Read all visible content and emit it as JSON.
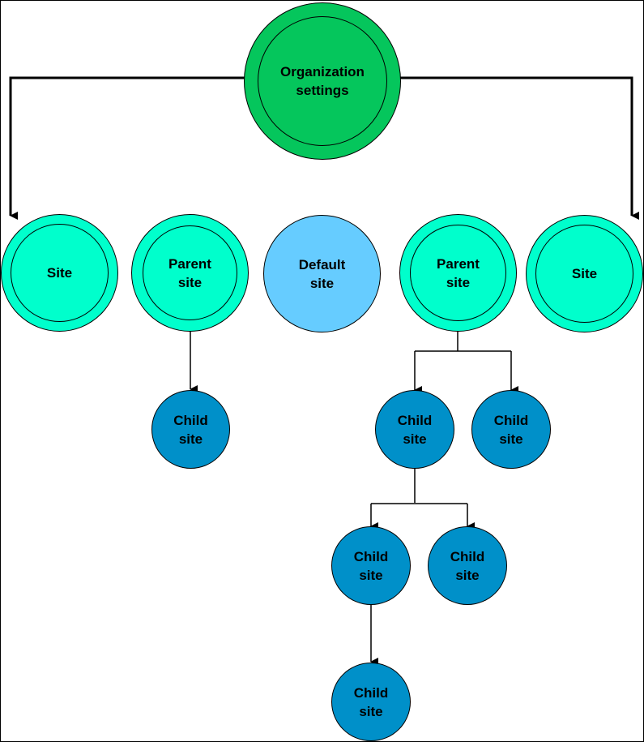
{
  "colors": {
    "org": "#05C65C",
    "site": "#00FFCC",
    "default_site": "#66CCFF",
    "child_site": "#0090C9",
    "line": "#000000"
  },
  "org": {
    "label": "Organization\nsettings"
  },
  "sites": {
    "site_left": "Site",
    "parent_left": "Parent\nsite",
    "default": "Default\nsite",
    "parent_right": "Parent\nsite",
    "site_right": "Site"
  },
  "children": {
    "child_a": "Child\nsite",
    "child_b": "Child\nsite",
    "child_c": "Child\nsite",
    "child_d": "Child\nsite",
    "child_e": "Child\nsite",
    "child_f": "Child\nsite"
  }
}
